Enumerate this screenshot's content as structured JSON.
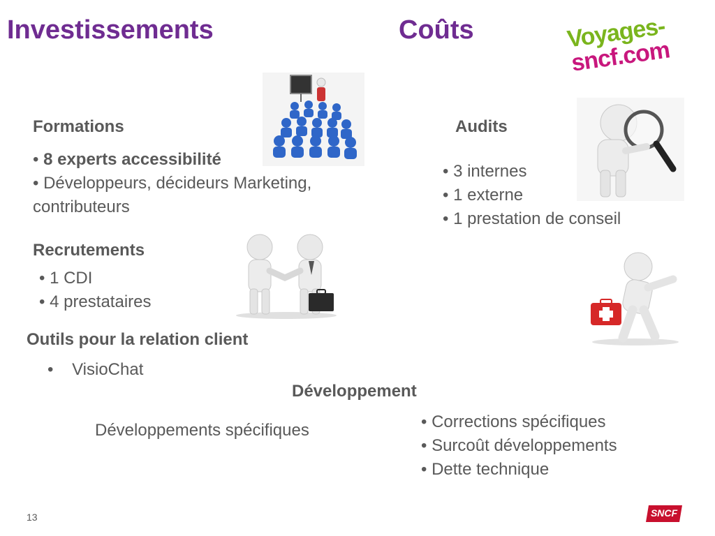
{
  "titles": {
    "left": "Investissements",
    "right": "Coûts"
  },
  "logo": {
    "line1": "Voyages-",
    "line2": "sncf.com"
  },
  "formations": {
    "heading": "Formations",
    "item1": "8 experts accessibilité",
    "item2_line1": "Développeurs, décideurs Marketing,",
    "item2_line2": "contributeurs"
  },
  "recrutements": {
    "heading": "Recrutements",
    "items": [
      "1 CDI",
      "4 prestataires"
    ]
  },
  "outils": {
    "heading": "Outils pour la relation client",
    "item": "VisioChat"
  },
  "audits": {
    "heading": "Audits",
    "items": [
      "3 internes",
      "1 externe",
      "1 prestation de conseil"
    ]
  },
  "developpement": {
    "heading": "Développement",
    "left_text": "Développements spécifiques",
    "items": [
      "Corrections spécifiques",
      "Surcoût développements",
      "Dette technique"
    ]
  },
  "page_number": "13",
  "footer_logo": "SNCF",
  "colors": {
    "title": "#6f2c91",
    "text": "#595959",
    "logo_green": "#7ab51d",
    "logo_magenta": "#c8177d",
    "sncf_red": "#c8102e"
  }
}
